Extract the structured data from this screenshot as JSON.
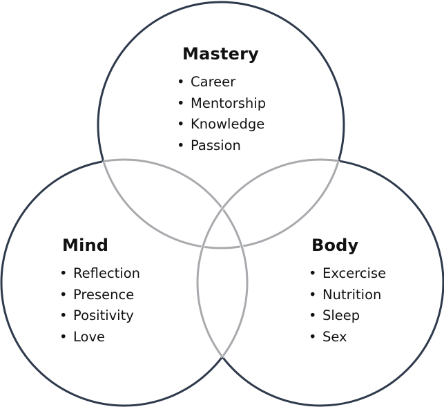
{
  "diagram": {
    "colors": {
      "outline": "#2e3a4c",
      "overlap_outline": "#a8aaad",
      "text": "#111111",
      "background": "#ffffff"
    },
    "circles": [
      {
        "id": "mastery",
        "title": "Mastery",
        "items": [
          "Career",
          "Mentorship",
          "Knowledge",
          "Passion"
        ]
      },
      {
        "id": "mind",
        "title": "Mind",
        "items": [
          "Reflection",
          "Presence",
          "Positivity",
          "Love"
        ]
      },
      {
        "id": "body",
        "title": "Body",
        "items": [
          "Excercise",
          "Nutrition",
          "Sleep",
          "Sex"
        ]
      }
    ]
  }
}
